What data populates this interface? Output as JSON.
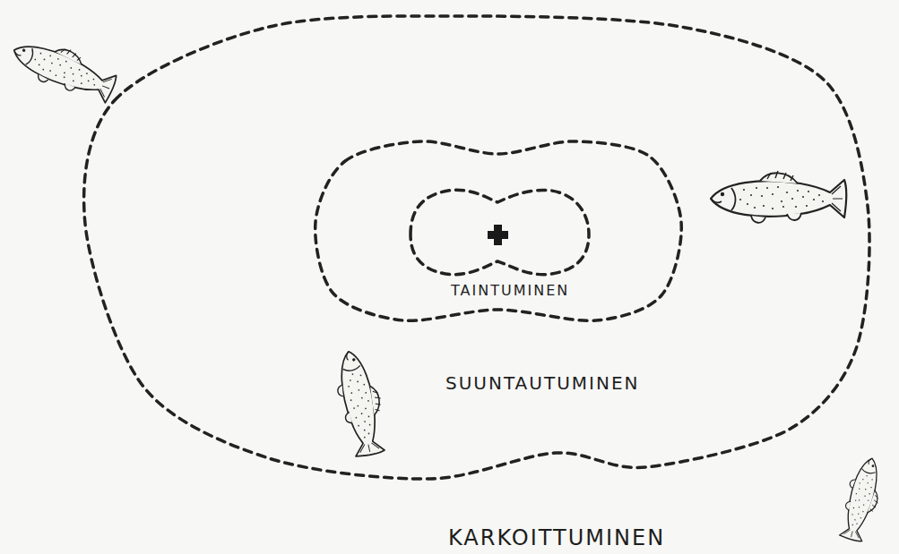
{
  "diagram": {
    "nodes": [
      {
        "text": [
          "SUUNTAUTUMINEN"
        ]
      },
      {
        "text": [
          "TAINTUMINEN"
        ],
        "in": 0
      }
    ],
    "labels": [
      "KARKOITTUMINEN"
    ]
  }
}
